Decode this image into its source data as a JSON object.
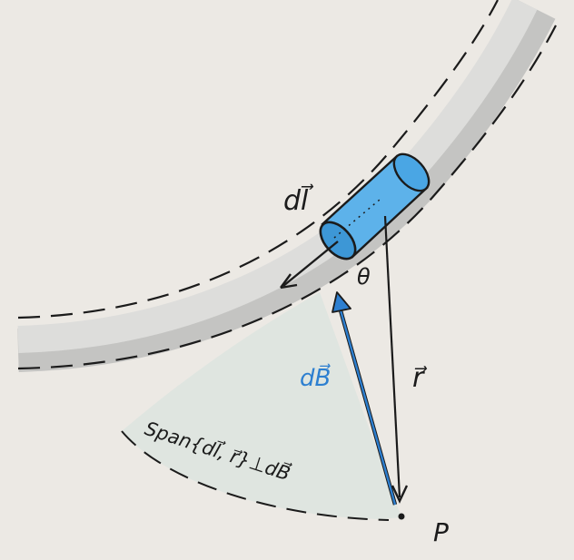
{
  "labels": {
    "dl": "dl⃗",
    "theta": "θ",
    "r": "r⃗",
    "dB": "dB⃗",
    "P": "P",
    "span": "Span{dl⃗, r⃗}⊥dB⃗"
  },
  "colors": {
    "background": "#ece9e4",
    "wire_fill": "#dddddb",
    "wire_shadow": "#c4c4c2",
    "sector_fill": "#dfe5e0",
    "element_fill": "#5db2ea",
    "element_cap": "#3d97d6",
    "dB_arrow": "#2d7fd0",
    "ink": "#1b1b1b"
  }
}
